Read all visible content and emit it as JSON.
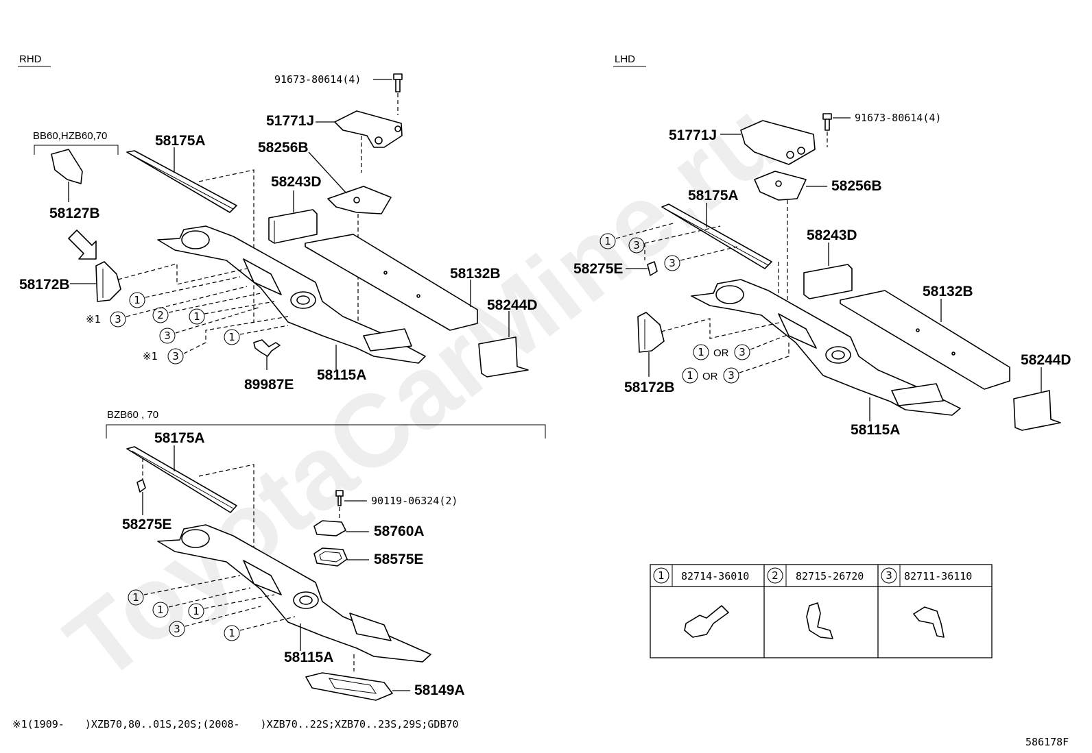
{
  "watermark": "ToyotaCarMine.ru",
  "sections": {
    "rhd": "RHD",
    "lhd": "LHD",
    "bb60": "BB60,HZB60,70",
    "bzb60": "BZB60 , 70"
  },
  "rhd_labels": {
    "p91673": "91673-80614(4)",
    "p51771j": "51771J",
    "p58256b": "58256B",
    "p58175a": "58175A",
    "p58243d": "58243D",
    "p58127b": "58127B",
    "p58172b": "58172B",
    "p58132b": "58132B",
    "p58244d": "58244D",
    "p89987e": "89987E",
    "p58115a": "58115A",
    "note1": "※1",
    "note2": "※1"
  },
  "bzb_labels": {
    "p58175a": "58175A",
    "p58275e": "58275E",
    "p90119": "90119-06324(2)",
    "p58760a": "58760A",
    "p58575e": "58575E",
    "p58115a": "58115A",
    "p58149a": "58149A"
  },
  "lhd_labels": {
    "p91673": "91673-80614(4)",
    "p51771j": "51771J",
    "p58256b": "58256B",
    "p58175a": "58175A",
    "p58243d": "58243D",
    "p58275e": "58275E",
    "p58132b": "58132B",
    "p58244d": "58244D",
    "p58172b": "58172B",
    "p58115a": "58115A",
    "or1": "OR",
    "or2": "OR"
  },
  "circles": {
    "one": "1",
    "two": "2",
    "three": "3"
  },
  "legend": {
    "c1": "1",
    "p1": "82714-36010",
    "c2": "2",
    "p2": "82715-26720",
    "c3": "3",
    "p3": "82711-36110"
  },
  "footnote": "※1(1909-　　)XZB70,80..01S,20S;(2008-　　)XZB70..22S;XZB70..23S,29S;GDB70",
  "diagram_id": "586178F"
}
